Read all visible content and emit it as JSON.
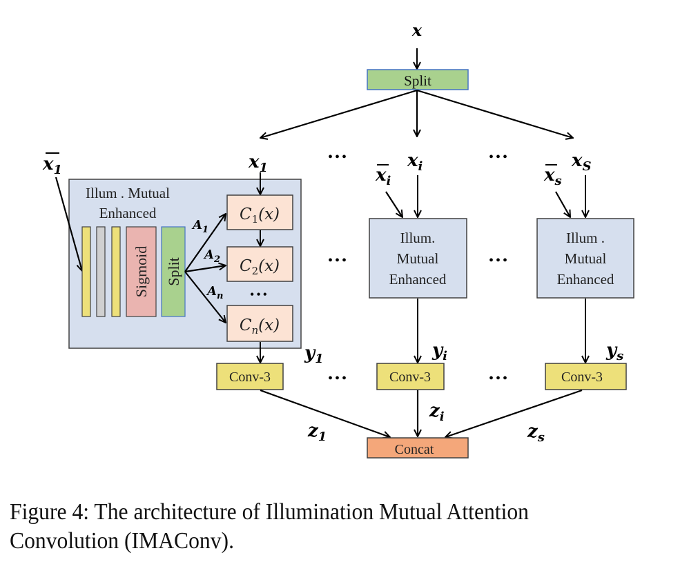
{
  "colors": {
    "split": "#a9d18e",
    "split_border": "#4472c4",
    "module_bg": "#d6dfee",
    "module_border": "#404040",
    "c_block": "#fce3d4",
    "conv": "#ede07a",
    "gray_bar": "#d0d0d0",
    "sigmoid": "#eab4b0",
    "concat": "#f4a77a",
    "line": "#000000"
  },
  "diagram": {
    "input_label": "x",
    "top_split_label": "Split",
    "branches": [
      {
        "x_label": "x",
        "x_sub": "1",
        "xbar_label": "x",
        "xbar_sub": "1",
        "y_label": "y",
        "y_sub": "1",
        "z_label": "z",
        "z_sub": "1",
        "conv_label": "Conv-3"
      },
      {
        "x_label": "x",
        "x_sub": "i",
        "xbar_label": "x",
        "xbar_sub": "i",
        "y_label": "y",
        "y_sub": "i",
        "z_label": "z",
        "z_sub": "i",
        "conv_label": "Conv-3"
      },
      {
        "x_label": "x",
        "x_sub": "S",
        "xbar_label": "x",
        "xbar_sub": "s",
        "y_label": "y",
        "y_sub": "s",
        "z_label": "z",
        "z_sub": "s",
        "conv_label": "Conv-3"
      }
    ],
    "expanded_module": {
      "title_line1": "Illum . Mutual",
      "title_line2": "Enhanced",
      "sigmoid_label": "Sigmoid",
      "split_label": "Split",
      "attention_labels": [
        {
          "label": "A",
          "sub": "1"
        },
        {
          "label": "A",
          "sub": "2"
        },
        {
          "label": "A",
          "sub": "n"
        }
      ],
      "conv_blocks": [
        {
          "label": "C",
          "sub": "1",
          "arg": "(x)"
        },
        {
          "label": "C",
          "sub": "2",
          "arg": "(x)"
        },
        {
          "label": "C",
          "sub": "n",
          "arg": "(x)"
        }
      ],
      "ellipsis": "•••"
    },
    "collapsed_modules": [
      {
        "line1": "Illum.",
        "line2": "Mutual",
        "line3": "Enhanced"
      },
      {
        "line1": "Illum .",
        "line2": "Mutual",
        "line3": "Enhanced"
      }
    ],
    "ellipsis": "•••",
    "concat_label": "Concat"
  },
  "caption": {
    "line1": "Figure 4: The architecture of Illumination Mutual Attention",
    "line2": "Convolution (IMAConv)."
  }
}
